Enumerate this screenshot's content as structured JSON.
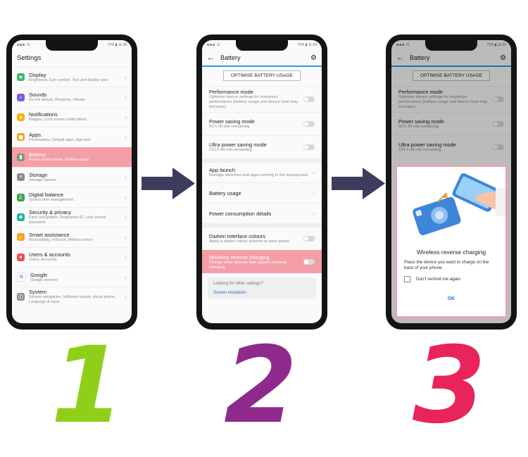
{
  "phone1": {
    "status_left": "■■■ G",
    "status_right": "72% ▮ 11:38",
    "title": "Settings",
    "items": [
      {
        "title": "Display",
        "subtitle": "Brightness, Eye comfort, Text and display size",
        "icon": "display-icon",
        "color": "#3bb273",
        "glyph": "☀"
      },
      {
        "title": "Sounds",
        "subtitle": "Do not disturb, Ringtone, Vibrate",
        "icon": "sound-icon",
        "color": "#7b5ce0",
        "glyph": "♪"
      },
      {
        "title": "Notifications",
        "subtitle": "Badges, Lock screen notifications",
        "icon": "bell-icon",
        "color": "#f4b400",
        "glyph": "▲"
      },
      {
        "title": "Apps",
        "subtitle": "Permissions, Default apps, App twin",
        "icon": "apps-icon",
        "color": "#f4a020",
        "glyph": "▦"
      },
      {
        "title": "Battery",
        "subtitle": "Power saving mode, Battery usage",
        "icon": "battery-icon",
        "color": "#7a9a7a",
        "glyph": "▮"
      },
      {
        "title": "Storage",
        "subtitle": "Storage cleaner",
        "icon": "storage-icon",
        "color": "#8a8a8a",
        "glyph": "≡"
      },
      {
        "title": "Digital balance",
        "subtitle": "Screen time management",
        "icon": "hourglass-icon",
        "color": "#2aa84a",
        "glyph": "⌛"
      },
      {
        "title": "Security & privacy",
        "subtitle": "Face recognition, Fingerprint ID, Lock screen password",
        "icon": "shield-icon",
        "color": "#19b3a0",
        "glyph": "◈"
      },
      {
        "title": "Smart assistance",
        "subtitle": "Accessibility, HiTouch, Motion control",
        "icon": "hand-icon",
        "color": "#f2a12a",
        "glyph": "✋"
      },
      {
        "title": "Users & accounts",
        "subtitle": "Users, Accounts",
        "icon": "user-icon",
        "color": "#ee4d4d",
        "glyph": "●"
      },
      {
        "title": "Google",
        "subtitle": "Google services",
        "icon": "google-icon",
        "color": "#ffffff",
        "glyph": "G"
      },
      {
        "title": "System",
        "subtitle": "System navigation, Software update, About phone, Language & input",
        "icon": "system-icon",
        "color": "#8a8a8a",
        "glyph": "ⓘ"
      }
    ]
  },
  "phone2": {
    "status_left": "■■■ G",
    "status_right": "72% ▮ 11:39",
    "title": "Battery",
    "optimise_label": "OPTIMISE BATTERY USAGE",
    "rows": [
      {
        "title": "Performance mode",
        "subtitle": "Optimise device settings for maximum performance (battery usage and device heat may increase)",
        "toggle": true
      },
      {
        "title": "Power saving mode",
        "subtitle": "50 h 20 min remaining",
        "toggle": true
      },
      {
        "title": "Ultra power saving mode",
        "subtitle": "152 h 46 min remaining",
        "toggle": true
      }
    ],
    "rows2": [
      {
        "title": "App launch",
        "subtitle": "Manage launches and apps running in the background"
      },
      {
        "title": "Battery usage",
        "subtitle": ""
      },
      {
        "title": "Power consumption details",
        "subtitle": ""
      }
    ],
    "rows3": [
      {
        "title": "Darken interface colours",
        "subtitle": "Apply a darker colour scheme to save power"
      },
      {
        "title": "Wireless reverse charging",
        "subtitle": "Charge other devices that support wireless charging"
      }
    ],
    "tip_question": "Looking for other settings?",
    "tip_link": "Screen resolution"
  },
  "phone3": {
    "status_right": "72% ▮ 11:39",
    "dialog_title": "Wireless reverse charging",
    "dialog_message": "Place the device you want to charge on the back of your phone.",
    "checkbox_label": "Don't remind me again",
    "ok_label": "OK"
  },
  "numbers": {
    "n1": "1",
    "n2": "2",
    "n3": "3"
  },
  "colors": {
    "highlight": "#f59ea8",
    "accent": "#2b9be0",
    "arrow": "#3b3d5c",
    "n1": "#8fcf1a",
    "n2": "#8e2a8c",
    "n3": "#e8245c"
  }
}
